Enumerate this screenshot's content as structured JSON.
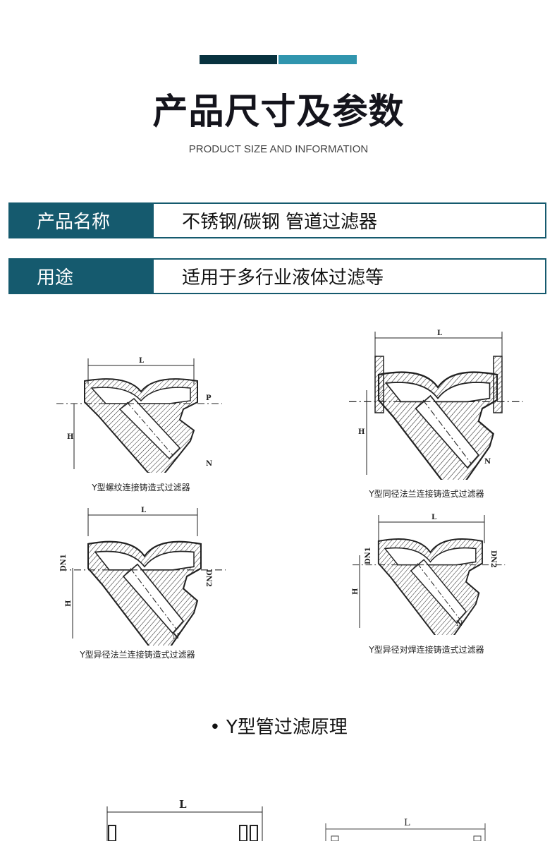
{
  "header": {
    "title": "产品尺寸及参数",
    "subtitle": "PRODUCT SIZE AND INFORMATION",
    "accent_dark": "#08323f",
    "accent_light": "#3095ae"
  },
  "info_rows": [
    {
      "label": "产品名称",
      "value": "不锈钢/碳钢 管道过滤器"
    },
    {
      "label": "用途",
      "value": "适用于多行业液体过滤等"
    }
  ],
  "diagrams": [
    {
      "caption": "Y型螺纹连接铸造式过滤器",
      "labels": {
        "L": "L",
        "H": "H",
        "P": "P",
        "N": "N"
      }
    },
    {
      "caption": "Y型同径法兰连接铸造式过滤器",
      "labels": {
        "L": "L",
        "H": "H",
        "N": "N"
      }
    },
    {
      "caption": "Y型异径法兰连接铸造式过滤器",
      "labels": {
        "L": "L",
        "H": "H",
        "DN1": "DN1",
        "DN2": "DN2",
        "N": "N"
      }
    },
    {
      "caption": "Y型异径对焊连接铸造式过滤器",
      "labels": {
        "L": "L",
        "H": "H",
        "DN1": "DN1",
        "DN2": "DN2",
        "N": "N"
      }
    }
  ],
  "section": {
    "heading": "• Y型管过滤原理",
    "bottom_labels": [
      "L",
      "L"
    ]
  }
}
